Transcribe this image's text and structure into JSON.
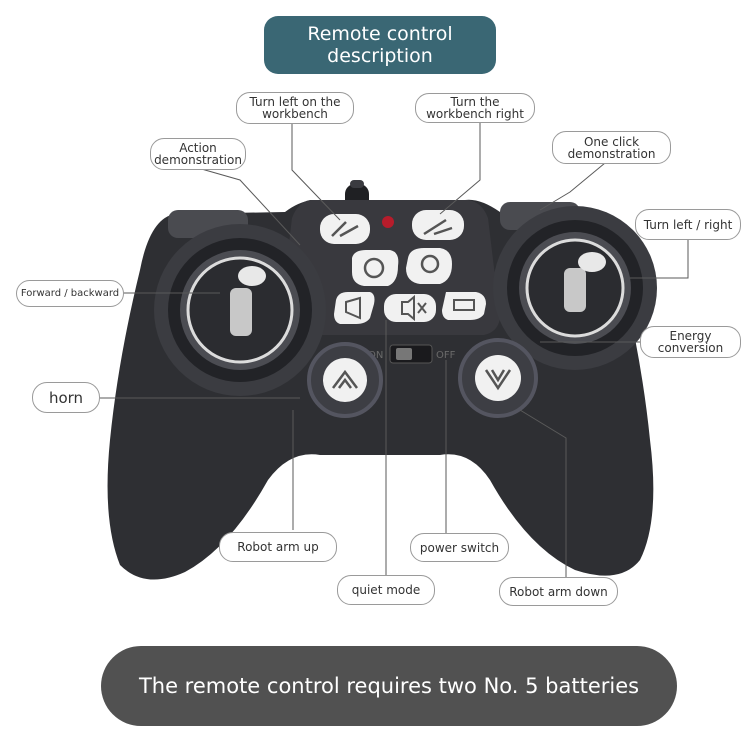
{
  "header": {
    "title": "Remote control\ndescription"
  },
  "footer": {
    "note": "The remote control requires two No. 5 batteries"
  },
  "switch": {
    "on": "ON",
    "off": "OFF"
  },
  "labels": {
    "turn_left_workbench": "Turn left on the\nworkbench",
    "turn_right_workbench": "Turn the\nworkbench right",
    "action_demo": "Action\ndemonstration",
    "one_click_demo": "One click\ndemonstration",
    "turn_left_right": "Turn left / right",
    "forward_backward": "Forward / backward",
    "energy_conversion": "Energy\nconversion",
    "horn": "horn",
    "robot_arm_up": "Robot arm up",
    "power_switch": "power switch",
    "quiet_mode": "quiet mode",
    "robot_arm_down": "Robot arm down"
  },
  "colors": {
    "header_bg": "#3a6774",
    "footer_bg": "#515151",
    "controller_body": "#2e2f33",
    "button_face": "#f1f1f1"
  },
  "icons": {
    "horn": "megaphone-icon",
    "quiet_mode": "speaker-mute-icon",
    "action_demo": "film-reel-icon",
    "one_click_demo": "gear-icon",
    "energy_conversion": "battery-icon",
    "robot_arm_up": "arm-up-icon",
    "robot_arm_down": "arm-down-icon"
  }
}
